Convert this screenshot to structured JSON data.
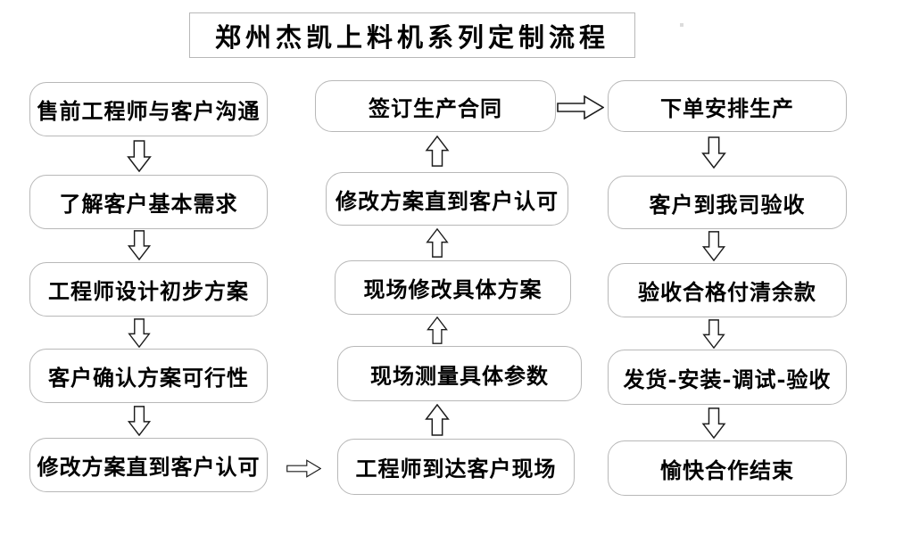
{
  "title": "郑州杰凯上料机系列定制流程",
  "flow": {
    "left": [
      "售前工程师与客户沟通",
      "了解客户基本需求",
      "工程师设计初步方案",
      "客户确认方案可行性",
      "修改方案直到客户认可"
    ],
    "middle": [
      "签订生产合同",
      "修改方案直到客户认可",
      "现场修改具体方案",
      "现场测量具体参数",
      "工程师到达客户现场"
    ],
    "right": [
      "下单安排生产",
      "客户到我司验收",
      "验收合格付清余款",
      "发货-安装-调试-验收",
      "愉快合作结束"
    ]
  },
  "colors": {
    "background": "#ffffff",
    "box_border": "#b8b8b8",
    "arrow_outline": "#1c1c1c",
    "text": "#000000"
  }
}
